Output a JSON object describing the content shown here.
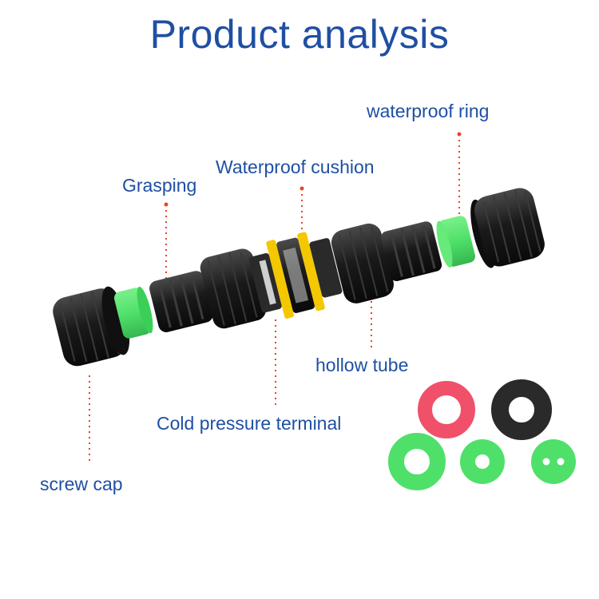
{
  "title": "Product analysis",
  "labels": {
    "waterproof_ring": "waterproof ring",
    "waterproof_cushion": "Waterproof cushion",
    "grasping": "Grasping",
    "hollow_tube": "hollow tube",
    "cold_pressure_terminal": "Cold pressure terminal",
    "screw_cap": "screw cap"
  },
  "colors": {
    "title": "#1f4fa3",
    "leader": "#e8452a",
    "body": "#1c1c1c",
    "green_ring": "#4fe06a",
    "yellow_band": "#f3c800",
    "red_ring": "#f0506a",
    "black_ring": "#2a2a2a"
  }
}
